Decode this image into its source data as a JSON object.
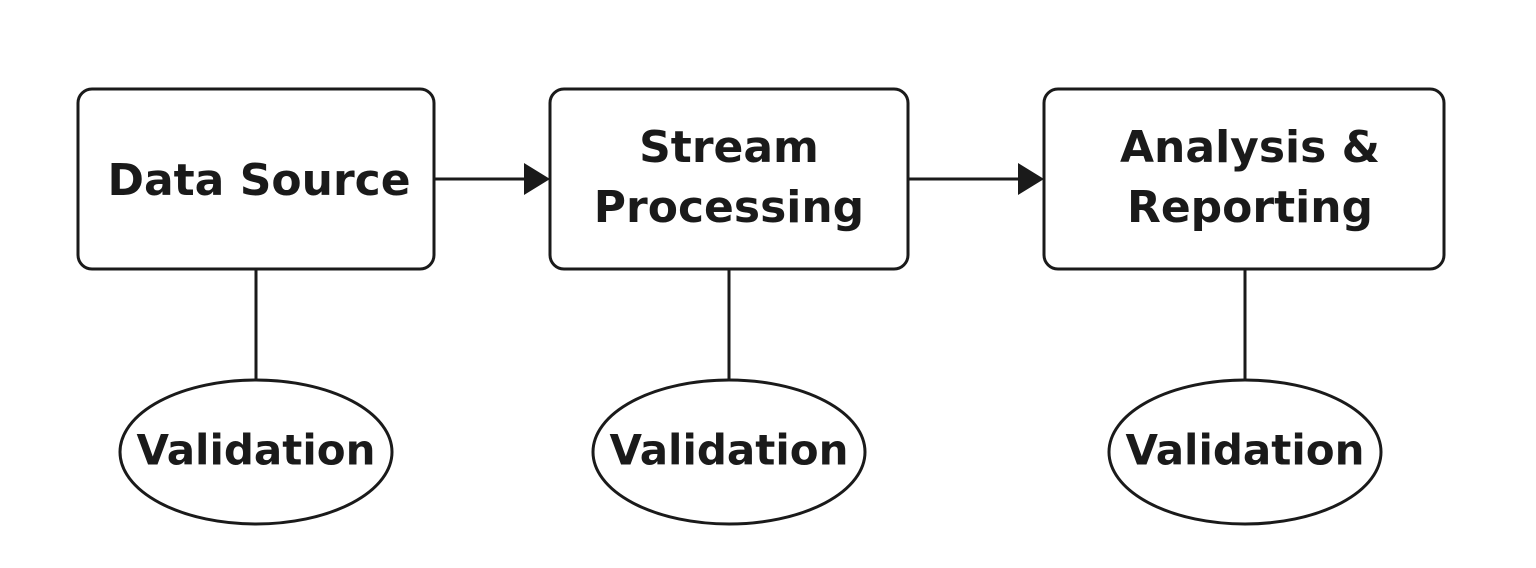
{
  "diagram": {
    "stages": [
      {
        "line1": "Data Source",
        "line2": ""
      },
      {
        "line1": "Stream",
        "line2": "Processing"
      },
      {
        "line1": "Analysis &",
        "line2": "Reporting"
      }
    ],
    "validation": [
      "Validation",
      "Validation",
      "Validation"
    ],
    "colors": {
      "stroke": "#1a1a1a",
      "fill": "#ffffff"
    }
  }
}
